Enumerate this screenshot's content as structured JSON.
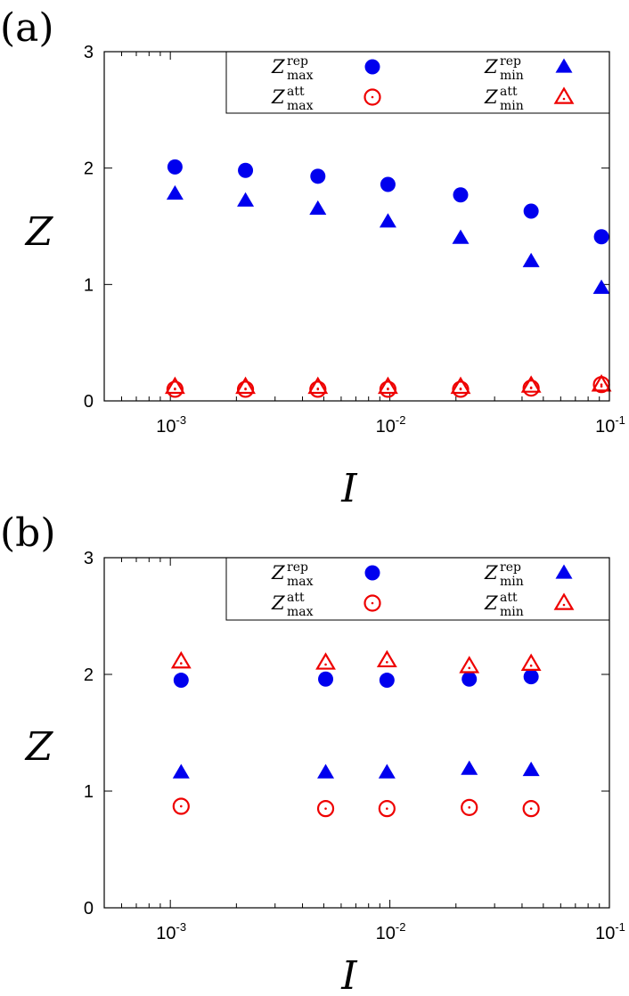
{
  "chart_data": [
    {
      "type": "scatter",
      "panel_label": "(a)",
      "xlabel": "I",
      "ylabel": "Z",
      "xscale": "log",
      "xlim": [
        0.0005,
        0.1
      ],
      "ylim": [
        0,
        3
      ],
      "y_ticks": [
        "0",
        "1",
        "2",
        "3"
      ],
      "x_ticks": [
        {
          "value": 0.001,
          "base": "10",
          "exp": "-3"
        },
        {
          "value": 0.01,
          "base": "10",
          "exp": "-2"
        },
        {
          "value": 0.1,
          "base": "10",
          "exp": "-1"
        }
      ],
      "legend_position": "top",
      "series": [
        {
          "name": "Z",
          "sup": "rep",
          "sub": "max",
          "marker": "filled-circle",
          "color": "#0000ee",
          "x": [
            0.00105,
            0.0022,
            0.0047,
            0.0098,
            0.021,
            0.044,
            0.092
          ],
          "y": [
            2.01,
            1.98,
            1.93,
            1.86,
            1.77,
            1.63,
            1.41
          ]
        },
        {
          "name": "Z",
          "sup": "rep",
          "sub": "min",
          "marker": "filled-triangle",
          "color": "#0000ee",
          "x": [
            0.00105,
            0.0022,
            0.0047,
            0.0098,
            0.021,
            0.044,
            0.092
          ],
          "y": [
            1.78,
            1.72,
            1.65,
            1.54,
            1.4,
            1.2,
            0.97
          ]
        },
        {
          "name": "Z",
          "sup": "att",
          "sub": "max",
          "marker": "open-circle",
          "color": "#ee0000",
          "x": [
            0.00105,
            0.0022,
            0.0047,
            0.0098,
            0.021,
            0.044,
            0.092
          ],
          "y": [
            0.1,
            0.1,
            0.1,
            0.1,
            0.1,
            0.11,
            0.14
          ]
        },
        {
          "name": "Z",
          "sup": "att",
          "sub": "min",
          "marker": "open-triangle",
          "color": "#ee0000",
          "x": [
            0.00105,
            0.0022,
            0.0047,
            0.0098,
            0.021,
            0.044,
            0.092
          ],
          "y": [
            0.12,
            0.12,
            0.12,
            0.12,
            0.12,
            0.13,
            0.14
          ]
        }
      ]
    },
    {
      "type": "scatter",
      "panel_label": "(b)",
      "xlabel": "I",
      "ylabel": "Z",
      "xscale": "log",
      "xlim": [
        0.0005,
        0.1
      ],
      "ylim": [
        0,
        3
      ],
      "y_ticks": [
        "0",
        "1",
        "2",
        "3"
      ],
      "x_ticks": [
        {
          "value": 0.001,
          "base": "10",
          "exp": "-3"
        },
        {
          "value": 0.01,
          "base": "10",
          "exp": "-2"
        },
        {
          "value": 0.1,
          "base": "10",
          "exp": "-1"
        }
      ],
      "legend_position": "top",
      "series": [
        {
          "name": "Z",
          "sup": "rep",
          "sub": "max",
          "marker": "filled-circle",
          "color": "#0000ee",
          "x": [
            0.00112,
            0.0051,
            0.0097,
            0.023,
            0.044
          ],
          "y": [
            1.95,
            1.96,
            1.95,
            1.96,
            1.98
          ]
        },
        {
          "name": "Z",
          "sup": "rep",
          "sub": "min",
          "marker": "filled-triangle",
          "color": "#0000ee",
          "x": [
            0.00112,
            0.0051,
            0.0097,
            0.023,
            0.044
          ],
          "y": [
            1.16,
            1.16,
            1.16,
            1.19,
            1.18
          ]
        },
        {
          "name": "Z",
          "sup": "att",
          "sub": "max",
          "marker": "open-circle",
          "color": "#ee0000",
          "x": [
            0.00112,
            0.0051,
            0.0097,
            0.023,
            0.044
          ],
          "y": [
            0.87,
            0.85,
            0.85,
            0.86,
            0.85
          ]
        },
        {
          "name": "Z",
          "sup": "att",
          "sub": "min",
          "marker": "open-triangle",
          "color": "#ee0000",
          "x": [
            0.00112,
            0.0051,
            0.0097,
            0.023,
            0.044
          ],
          "y": [
            2.11,
            2.1,
            2.12,
            2.07,
            2.09
          ]
        }
      ]
    }
  ]
}
